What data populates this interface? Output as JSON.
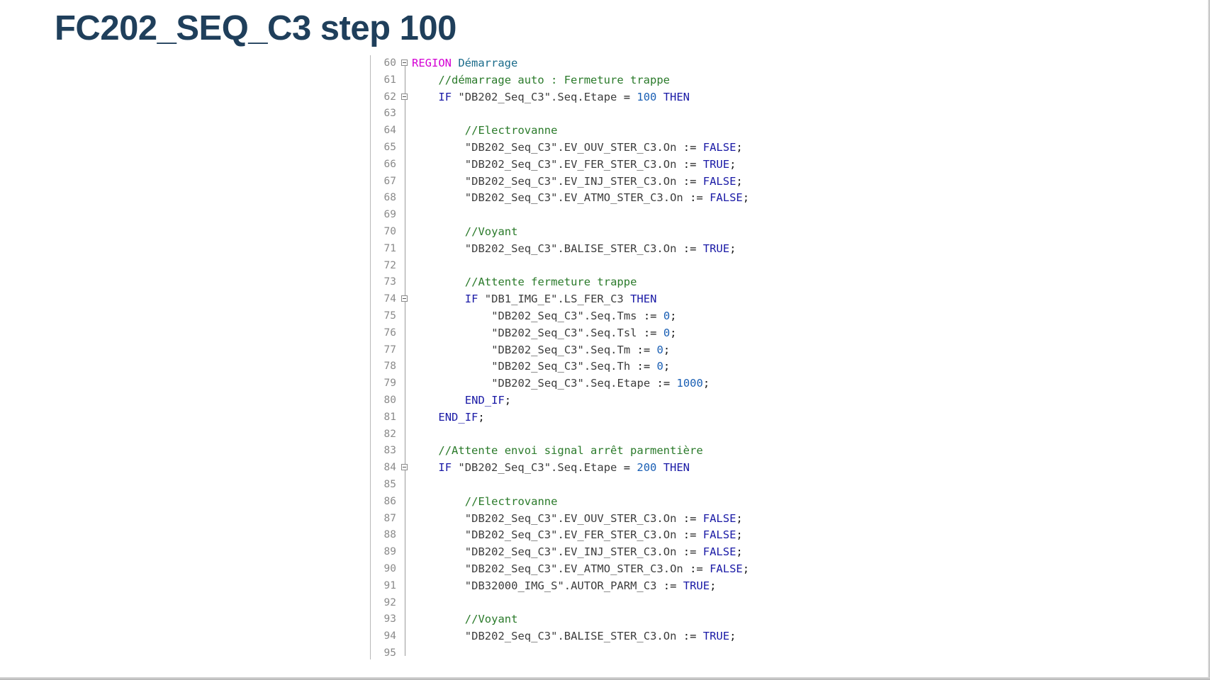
{
  "slide": {
    "title": "FC202_SEQ_C3 step 100"
  },
  "code_lines": [
    {
      "n": "60",
      "fold": true,
      "indent": 0,
      "segs": [
        [
          "reg",
          "REGION "
        ],
        [
          "id",
          "Démarrage"
        ]
      ]
    },
    {
      "n": "61",
      "indent": 4,
      "segs": [
        [
          "cm",
          "//démarrage auto : Fermeture trappe"
        ]
      ]
    },
    {
      "n": "62",
      "fold": true,
      "indent": 4,
      "segs": [
        [
          "kw",
          "IF "
        ],
        [
          "str",
          "\"DB202_Seq_C3\".Seq.Etape"
        ],
        [
          "op",
          " = "
        ],
        [
          "num",
          "100"
        ],
        [
          "kw",
          " THEN"
        ]
      ]
    },
    {
      "n": "63",
      "indent": 0,
      "segs": []
    },
    {
      "n": "64",
      "indent": 8,
      "segs": [
        [
          "cm",
          "//Electrovanne"
        ]
      ]
    },
    {
      "n": "65",
      "indent": 8,
      "segs": [
        [
          "str",
          "\"DB202_Seq_C3\".EV_OUV_STER_C3.On"
        ],
        [
          "op",
          " := "
        ],
        [
          "kw",
          "FALSE"
        ],
        [
          "op",
          ";"
        ]
      ]
    },
    {
      "n": "66",
      "indent": 8,
      "segs": [
        [
          "str",
          "\"DB202_Seq_C3\".EV_FER_STER_C3.On"
        ],
        [
          "op",
          " := "
        ],
        [
          "kw",
          "TRUE"
        ],
        [
          "op",
          ";"
        ]
      ]
    },
    {
      "n": "67",
      "indent": 8,
      "segs": [
        [
          "str",
          "\"DB202_Seq_C3\".EV_INJ_STER_C3.On"
        ],
        [
          "op",
          " := "
        ],
        [
          "kw",
          "FALSE"
        ],
        [
          "op",
          ";"
        ]
      ]
    },
    {
      "n": "68",
      "indent": 8,
      "segs": [
        [
          "str",
          "\"DB202_Seq_C3\".EV_ATMO_STER_C3.On"
        ],
        [
          "op",
          " := "
        ],
        [
          "kw",
          "FALSE"
        ],
        [
          "op",
          ";"
        ]
      ]
    },
    {
      "n": "69",
      "indent": 0,
      "segs": []
    },
    {
      "n": "70",
      "indent": 8,
      "segs": [
        [
          "cm",
          "//Voyant"
        ]
      ]
    },
    {
      "n": "71",
      "indent": 8,
      "segs": [
        [
          "str",
          "\"DB202_Seq_C3\".BALISE_STER_C3.On"
        ],
        [
          "op",
          " := "
        ],
        [
          "kw",
          "TRUE"
        ],
        [
          "op",
          ";"
        ]
      ]
    },
    {
      "n": "72",
      "indent": 0,
      "segs": []
    },
    {
      "n": "73",
      "indent": 8,
      "segs": [
        [
          "cm",
          "//Attente fermeture trappe"
        ]
      ]
    },
    {
      "n": "74",
      "fold": true,
      "indent": 8,
      "segs": [
        [
          "kw",
          "IF "
        ],
        [
          "str",
          "\"DB1_IMG_E\".LS_FER_C3"
        ],
        [
          "kw",
          " THEN"
        ]
      ]
    },
    {
      "n": "75",
      "indent": 12,
      "segs": [
        [
          "str",
          "\"DB202_Seq_C3\".Seq.Tms"
        ],
        [
          "op",
          " := "
        ],
        [
          "num",
          "0"
        ],
        [
          "op",
          ";"
        ]
      ]
    },
    {
      "n": "76",
      "indent": 12,
      "segs": [
        [
          "str",
          "\"DB202_Seq_C3\".Seq.Tsl"
        ],
        [
          "op",
          " := "
        ],
        [
          "num",
          "0"
        ],
        [
          "op",
          ";"
        ]
      ]
    },
    {
      "n": "77",
      "indent": 12,
      "segs": [
        [
          "str",
          "\"DB202_Seq_C3\".Seq.Tm"
        ],
        [
          "op",
          " := "
        ],
        [
          "num",
          "0"
        ],
        [
          "op",
          ";"
        ]
      ]
    },
    {
      "n": "78",
      "indent": 12,
      "segs": [
        [
          "str",
          "\"DB202_Seq_C3\".Seq.Th"
        ],
        [
          "op",
          " := "
        ],
        [
          "num",
          "0"
        ],
        [
          "op",
          ";"
        ]
      ]
    },
    {
      "n": "79",
      "indent": 12,
      "segs": [
        [
          "str",
          "\"DB202_Seq_C3\".Seq.Etape"
        ],
        [
          "op",
          " := "
        ],
        [
          "num",
          "1000"
        ],
        [
          "op",
          ";"
        ]
      ]
    },
    {
      "n": "80",
      "indent": 8,
      "segs": [
        [
          "kw",
          "END_IF"
        ],
        [
          "op",
          ";"
        ]
      ]
    },
    {
      "n": "81",
      "indent": 4,
      "segs": [
        [
          "kw",
          "END_IF"
        ],
        [
          "op",
          ";"
        ]
      ]
    },
    {
      "n": "82",
      "indent": 0,
      "segs": []
    },
    {
      "n": "83",
      "indent": 4,
      "segs": [
        [
          "cm",
          "//Attente envoi signal arrêt parmentière"
        ]
      ]
    },
    {
      "n": "84",
      "fold": true,
      "indent": 4,
      "segs": [
        [
          "kw",
          "IF "
        ],
        [
          "str",
          "\"DB202_Seq_C3\".Seq.Etape"
        ],
        [
          "op",
          " = "
        ],
        [
          "num",
          "200"
        ],
        [
          "kw",
          " THEN"
        ]
      ]
    },
    {
      "n": "85",
      "indent": 0,
      "segs": []
    },
    {
      "n": "86",
      "indent": 8,
      "segs": [
        [
          "cm",
          "//Electrovanne"
        ]
      ]
    },
    {
      "n": "87",
      "indent": 8,
      "segs": [
        [
          "str",
          "\"DB202_Seq_C3\".EV_OUV_STER_C3.On"
        ],
        [
          "op",
          " := "
        ],
        [
          "kw",
          "FALSE"
        ],
        [
          "op",
          ";"
        ]
      ]
    },
    {
      "n": "88",
      "indent": 8,
      "segs": [
        [
          "str",
          "\"DB202_Seq_C3\".EV_FER_STER_C3.On"
        ],
        [
          "op",
          " := "
        ],
        [
          "kw",
          "FALSE"
        ],
        [
          "op",
          ";"
        ]
      ]
    },
    {
      "n": "89",
      "indent": 8,
      "segs": [
        [
          "str",
          "\"DB202_Seq_C3\".EV_INJ_STER_C3.On"
        ],
        [
          "op",
          " := "
        ],
        [
          "kw",
          "FALSE"
        ],
        [
          "op",
          ";"
        ]
      ]
    },
    {
      "n": "90",
      "indent": 8,
      "segs": [
        [
          "str",
          "\"DB202_Seq_C3\".EV_ATMO_STER_C3.On"
        ],
        [
          "op",
          " := "
        ],
        [
          "kw",
          "FALSE"
        ],
        [
          "op",
          ";"
        ]
      ]
    },
    {
      "n": "91",
      "indent": 8,
      "segs": [
        [
          "str",
          "\"DB32000_IMG_S\".AUTOR_PARM_C3"
        ],
        [
          "op",
          " := "
        ],
        [
          "kw",
          "TRUE"
        ],
        [
          "op",
          ";"
        ]
      ]
    },
    {
      "n": "92",
      "indent": 0,
      "segs": []
    },
    {
      "n": "93",
      "indent": 8,
      "segs": [
        [
          "cm",
          "//Voyant"
        ]
      ]
    },
    {
      "n": "94",
      "indent": 8,
      "segs": [
        [
          "str",
          "\"DB202_Seq_C3\".BALISE_STER_C3.On"
        ],
        [
          "op",
          " := "
        ],
        [
          "kw",
          "TRUE"
        ],
        [
          "op",
          ";"
        ]
      ]
    },
    {
      "n": "95",
      "indent": 0,
      "segs": []
    }
  ],
  "colors": {
    "keyword": "#1a1aa6",
    "region": "#d400d4",
    "comment": "#2a7a2a",
    "number": "#1a5fb4",
    "title": "#1f3f5b"
  }
}
